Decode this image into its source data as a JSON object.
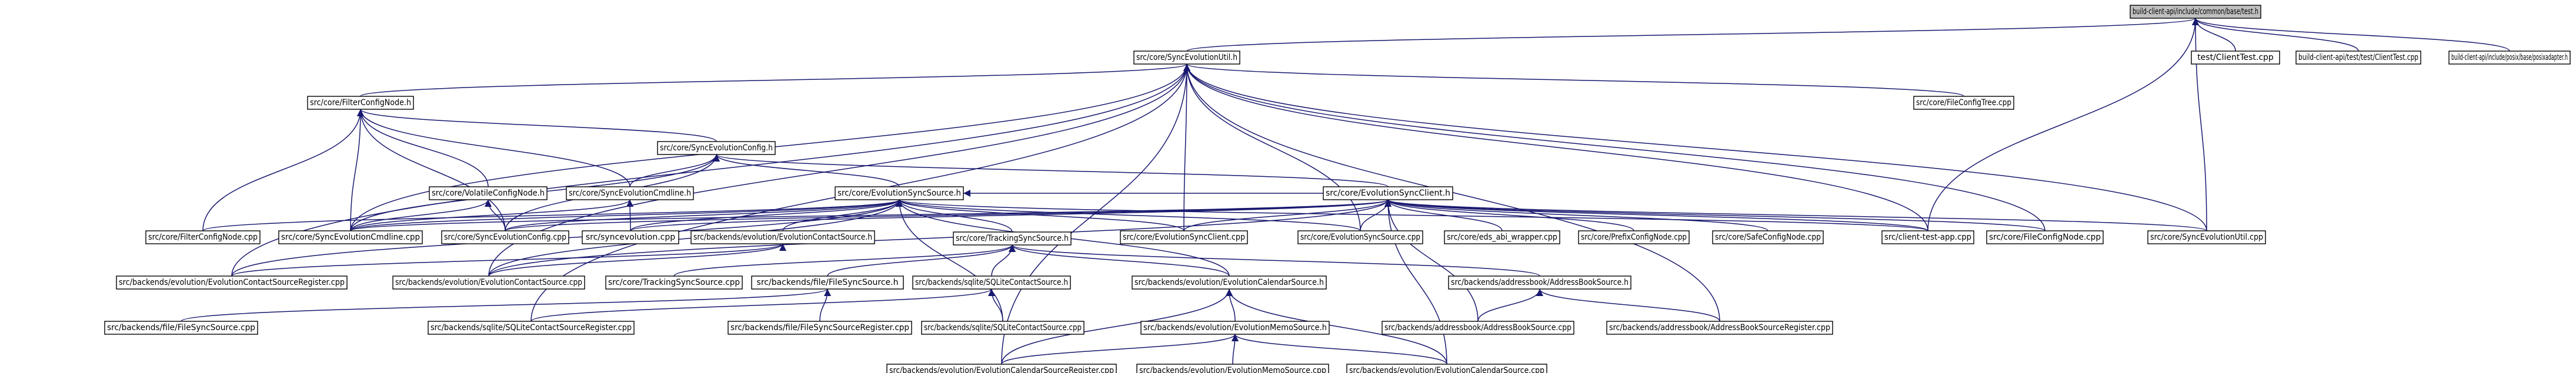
{
  "nodes": [
    {
      "id": "root",
      "label": "build-client-api/include/common/base/test.h"
    },
    {
      "id": "seu_h",
      "label": "src/core/SyncEvolutionUtil.h"
    },
    {
      "id": "clienttest",
      "label": "test/ClientTest.cpp"
    },
    {
      "id": "bca_clienttest",
      "label": "build-client-api/test/test/ClientTest.cpp"
    },
    {
      "id": "posixadapter",
      "label": "build-client-api/include/posix/base/posixadapter.h"
    },
    {
      "id": "fcn_h",
      "label": "src/core/FilterConfigNode.h"
    },
    {
      "id": "fct_cpp",
      "label": "src/core/FileConfigTree.cpp"
    },
    {
      "id": "sec_h",
      "label": "src/core/SyncEvolutionConfig.h"
    },
    {
      "id": "vcn_h",
      "label": "src/core/VolatileConfigNode.h"
    },
    {
      "id": "secmd_h",
      "label": "src/core/SyncEvolutionCmdline.h"
    },
    {
      "id": "ess_h",
      "label": "src/core/EvolutionSyncSource.h"
    },
    {
      "id": "esc_h",
      "label": "src/core/EvolutionSyncClient.h"
    },
    {
      "id": "fcn_cpp",
      "label": "src/core/FilterConfigNode.cpp"
    },
    {
      "id": "secmd_cpp",
      "label": "src/core/SyncEvolutionCmdline.cpp"
    },
    {
      "id": "sec_cpp",
      "label": "src/core/SyncEvolutionConfig.cpp"
    },
    {
      "id": "syncevo_cpp",
      "label": "src/syncevolution.cpp"
    },
    {
      "id": "ecs_h",
      "label": "src/backends/evolution/EvolutionContactSource.h"
    },
    {
      "id": "esclient_cpp",
      "label": "src/core/EvolutionSyncClient.cpp"
    },
    {
      "id": "ess_cpp",
      "label": "src/core/EvolutionSyncSource.cpp"
    },
    {
      "id": "eds_cpp",
      "label": "src/core/eds_abi_wrapper.cpp"
    },
    {
      "id": "pcn_cpp",
      "label": "src/core/PrefixConfigNode.cpp"
    },
    {
      "id": "scn_cpp",
      "label": "src/core/SafeConfigNode.cpp"
    },
    {
      "id": "clientapp_cpp",
      "label": "src/client-test-app.cpp"
    },
    {
      "id": "filecn_cpp",
      "label": "src/core/FileConfigNode.cpp"
    },
    {
      "id": "seu_cpp",
      "label": "src/core/SyncEvolutionUtil.cpp"
    },
    {
      "id": "ecsr_cpp",
      "label": "src/backends/evolution/EvolutionContactSourceRegister.cpp"
    },
    {
      "id": "ecs_cpp",
      "label": "src/backends/evolution/EvolutionContactSource.cpp"
    },
    {
      "id": "tss_h",
      "label": "src/core/TrackingSyncSource.h"
    },
    {
      "id": "tss_cpp",
      "label": "src/core/TrackingSyncSource.cpp"
    },
    {
      "id": "ffs_h",
      "label": "src/backends/file/FileSyncSource.h"
    },
    {
      "id": "sqlite_h",
      "label": "src/backends/sqlite/SQLiteContactSource.h"
    },
    {
      "id": "ecal_h",
      "label": "src/backends/evolution/EvolutionCalendarSource.h"
    },
    {
      "id": "abs_h",
      "label": "src/backends/addressbook/AddressBookSource.h"
    },
    {
      "id": "ffs_cpp",
      "label": "src/backends/file/FileSyncSource.cpp"
    },
    {
      "id": "sqlitereg_cpp",
      "label": "src/backends/sqlite/SQLiteContactSourceRegister.cpp"
    },
    {
      "id": "ffsreg_cpp",
      "label": "src/backends/file/FileSyncSourceRegister.cpp"
    },
    {
      "id": "sqlite_cpp",
      "label": "src/backends/sqlite/SQLiteContactSource.cpp"
    },
    {
      "id": "emem_h",
      "label": "src/backends/evolution/EvolutionMemoSource.h"
    },
    {
      "id": "abs_cpp",
      "label": "src/backends/addressbook/AddressBookSource.cpp"
    },
    {
      "id": "absreg_cpp",
      "label": "src/backends/addressbook/AddressBookSourceRegister.cpp"
    },
    {
      "id": "ecalreg_cpp",
      "label": "src/backends/evolution/EvolutionCalendarSourceRegister.cpp"
    },
    {
      "id": "emem_cpp",
      "label": "src/backends/evolution/EvolutionMemoSource.cpp"
    },
    {
      "id": "ecal_cpp",
      "label": "src/backends/evolution/EvolutionCalendarSource.cpp"
    }
  ],
  "edges": [
    [
      "root",
      "seu_h"
    ],
    [
      "root",
      "clienttest"
    ],
    [
      "root",
      "bca_clienttest"
    ],
    [
      "root",
      "posixadapter"
    ],
    [
      "root",
      "clientapp_cpp"
    ],
    [
      "root",
      "seu_cpp"
    ],
    [
      "seu_h",
      "fcn_h"
    ],
    [
      "seu_h",
      "fct_cpp"
    ],
    [
      "seu_h",
      "esclient_cpp"
    ],
    [
      "seu_h",
      "ess_cpp"
    ],
    [
      "seu_h",
      "clientapp_cpp"
    ],
    [
      "seu_h",
      "filecn_cpp"
    ],
    [
      "seu_h",
      "seu_cpp"
    ],
    [
      "seu_h",
      "secmd_cpp"
    ],
    [
      "seu_h",
      "ecsr_cpp"
    ],
    [
      "seu_h",
      "ecs_cpp"
    ],
    [
      "seu_h",
      "sqlitereg_cpp"
    ],
    [
      "seu_h",
      "ecalreg_cpp"
    ],
    [
      "seu_h",
      "absreg_cpp"
    ],
    [
      "fcn_h",
      "sec_h"
    ],
    [
      "fcn_h",
      "vcn_h"
    ],
    [
      "fcn_h",
      "secmd_h"
    ],
    [
      "fcn_h",
      "fcn_cpp"
    ],
    [
      "fcn_h",
      "secmd_cpp"
    ],
    [
      "fcn_h",
      "sec_cpp"
    ],
    [
      "sec_h",
      "secmd_h"
    ],
    [
      "sec_h",
      "ess_h"
    ],
    [
      "sec_h",
      "esc_h"
    ],
    [
      "sec_h",
      "secmd_cpp"
    ],
    [
      "sec_h",
      "sec_cpp"
    ],
    [
      "vcn_h",
      "secmd_cpp"
    ],
    [
      "vcn_h",
      "sec_cpp"
    ],
    [
      "secmd_h",
      "secmd_cpp"
    ],
    [
      "secmd_h",
      "syncevo_cpp"
    ],
    [
      "ess_h",
      "esc_h"
    ],
    [
      "ess_h",
      "ecs_h"
    ],
    [
      "ess_h",
      "tss_h"
    ],
    [
      "ess_h",
      "fcn_cpp"
    ],
    [
      "ess_h",
      "secmd_cpp"
    ],
    [
      "ess_h",
      "sec_cpp"
    ],
    [
      "ess_h",
      "syncevo_cpp"
    ],
    [
      "ess_h",
      "esclient_cpp"
    ],
    [
      "ess_h",
      "ess_cpp"
    ],
    [
      "ess_h",
      "clientapp_cpp"
    ],
    [
      "ess_h",
      "ecsr_cpp"
    ],
    [
      "ess_h",
      "ecs_cpp"
    ],
    [
      "ess_h",
      "ecal_h"
    ],
    [
      "ess_h",
      "sqlite_cpp"
    ],
    [
      "esc_h",
      "secmd_cpp"
    ],
    [
      "esc_h",
      "sec_cpp"
    ],
    [
      "esc_h",
      "syncevo_cpp"
    ],
    [
      "esc_h",
      "esclient_cpp"
    ],
    [
      "esc_h",
      "ess_cpp"
    ],
    [
      "esc_h",
      "eds_cpp"
    ],
    [
      "esc_h",
      "pcn_cpp"
    ],
    [
      "esc_h",
      "scn_cpp"
    ],
    [
      "esc_h",
      "clientapp_cpp"
    ],
    [
      "esc_h",
      "filecn_cpp"
    ],
    [
      "esc_h",
      "seu_cpp"
    ],
    [
      "esc_h",
      "ecs_cpp"
    ],
    [
      "esc_h",
      "abs_cpp"
    ],
    [
      "esc_h",
      "ecal_cpp"
    ],
    [
      "ecs_h",
      "ecsr_cpp"
    ],
    [
      "ecs_h",
      "ecs_cpp"
    ],
    [
      "tss_h",
      "tss_cpp"
    ],
    [
      "tss_h",
      "ffs_h"
    ],
    [
      "tss_h",
      "sqlite_h"
    ],
    [
      "tss_h",
      "ecal_h"
    ],
    [
      "tss_h",
      "abs_h"
    ],
    [
      "ffs_h",
      "ffs_cpp"
    ],
    [
      "ffs_h",
      "ffsreg_cpp"
    ],
    [
      "sqlite_h",
      "sqlitereg_cpp"
    ],
    [
      "sqlite_h",
      "sqlite_cpp"
    ],
    [
      "ecal_h",
      "emem_h"
    ],
    [
      "ecal_h",
      "ecalreg_cpp"
    ],
    [
      "ecal_h",
      "ecal_cpp"
    ],
    [
      "abs_h",
      "abs_cpp"
    ],
    [
      "abs_h",
      "absreg_cpp"
    ],
    [
      "emem_h",
      "ecalreg_cpp"
    ],
    [
      "emem_h",
      "emem_cpp"
    ],
    [
      "emem_h",
      "ecal_cpp"
    ]
  ]
}
